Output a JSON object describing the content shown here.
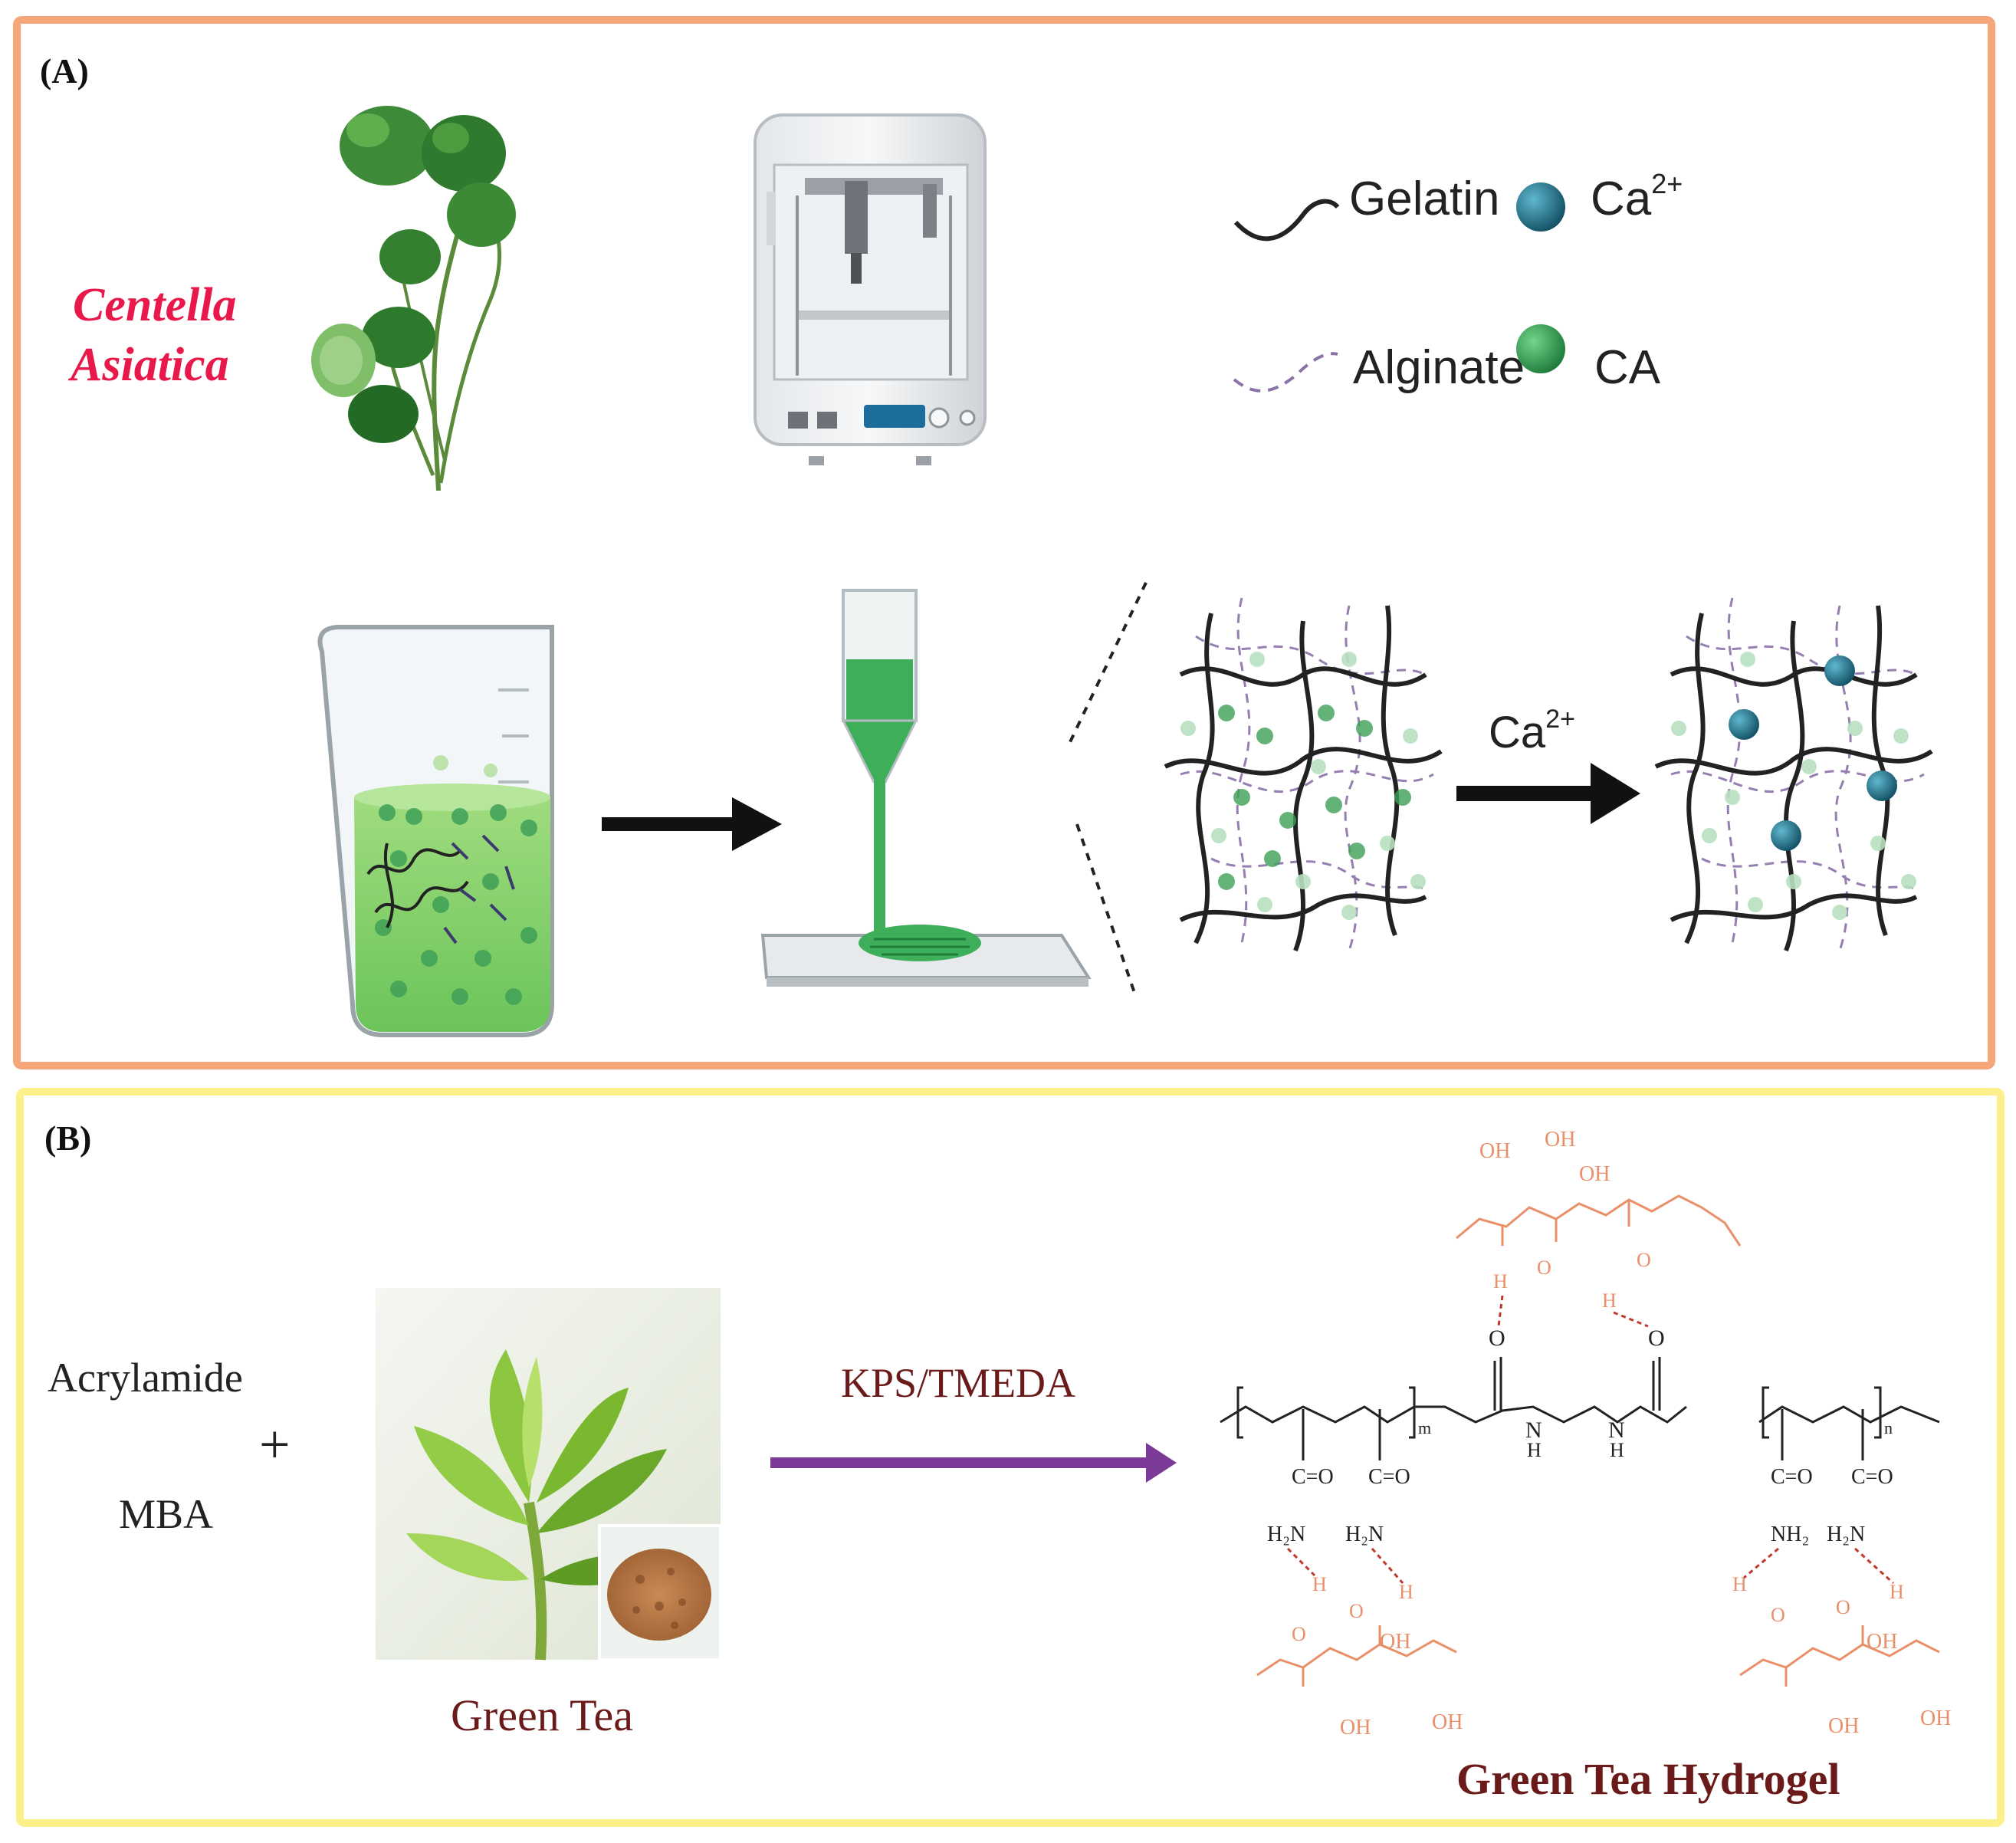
{
  "panel_a": {
    "label": "(A)",
    "plant_name_line1": "Centella",
    "plant_name_line2": "Asiatica",
    "legend": {
      "gelatin": "Gelatin",
      "alginate": "Alginate",
      "ca_ion_base": "Ca",
      "ca_ion_sup": "2+",
      "ca_abbrev": "CA"
    },
    "arrow_ion_base": "Ca",
    "arrow_ion_sup": "2+",
    "colors": {
      "border": "#f6a77a",
      "plant_name": "#e8194a",
      "hydrogel_green": "#6cc45a",
      "ca_ion": "#1b6f86",
      "ca_green": "#2e9c4c",
      "alginate": "#8a72a8"
    }
  },
  "panel_b": {
    "label": "(B)",
    "reactant_1": "Acrylamide",
    "plus": "+",
    "reactant_2": "MBA",
    "image_caption": "Green Tea",
    "reaction_condition": "KPS/TMEDA",
    "product_name": "Green Tea Hydrogel",
    "chem": {
      "oh": "OH",
      "o": "O",
      "h": "H",
      "co": "C=O",
      "h2n": "H₂N",
      "nh2": "NH₂",
      "n": "N",
      "m": "m",
      "n_sub": "n"
    },
    "colors": {
      "border": "#fbf08a",
      "arrow": "#7b3a97",
      "dark_red_text": "#6b1a1a",
      "polysaccharide": "#e9906a"
    }
  }
}
